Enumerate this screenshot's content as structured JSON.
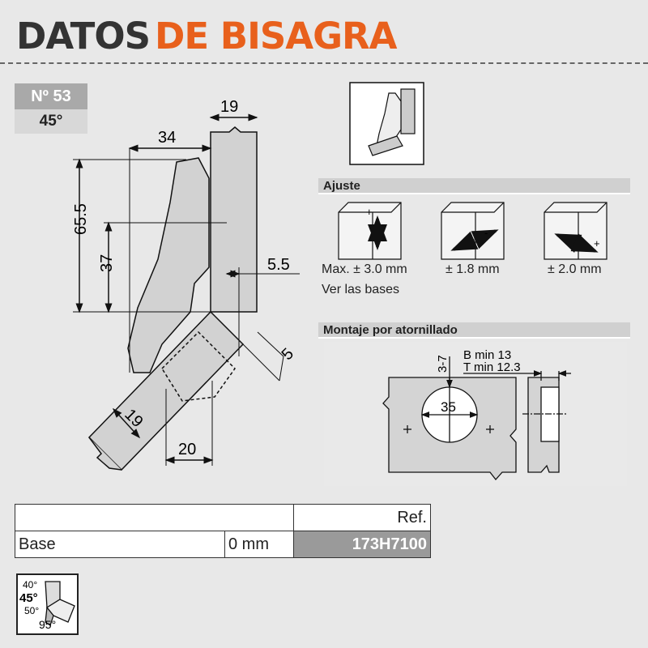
{
  "title": {
    "part1": "DATOS",
    "part2": "DE BISAGRA"
  },
  "colors": {
    "accent": "#e8601c",
    "dark": "#333333",
    "badge": "#a9a9a9"
  },
  "badge": {
    "number": "Nº 53",
    "angle": "45°"
  },
  "dimensions": {
    "d19_top": "19",
    "d34": "34",
    "d65_5": "65.5",
    "d37": "37",
    "d5_5": "5.5",
    "d5": "5",
    "d19_bottom": "19",
    "d20": "20"
  },
  "ajuste": {
    "header": "Ajuste",
    "items": [
      {
        "label": "Max. ± 3.0 mm"
      },
      {
        "label": "± 1.8 mm"
      },
      {
        "label": "± 2.0 mm"
      }
    ],
    "note": "Ver las bases",
    "signs": {
      "plus": "+",
      "minus": "-"
    }
  },
  "montaje": {
    "header": "Montaje por atornillado",
    "dim_3_7": "3-7",
    "b_min": "B min 13",
    "t_min": "T min 12.3",
    "diameter": "35"
  },
  "table": {
    "ref_header": "Ref.",
    "rows": [
      {
        "name": "Base",
        "value": "0 mm",
        "ref": "173H7100"
      }
    ]
  },
  "angles": {
    "a40": "40°",
    "a45": "45°",
    "a50": "50°",
    "a95": "95°"
  }
}
